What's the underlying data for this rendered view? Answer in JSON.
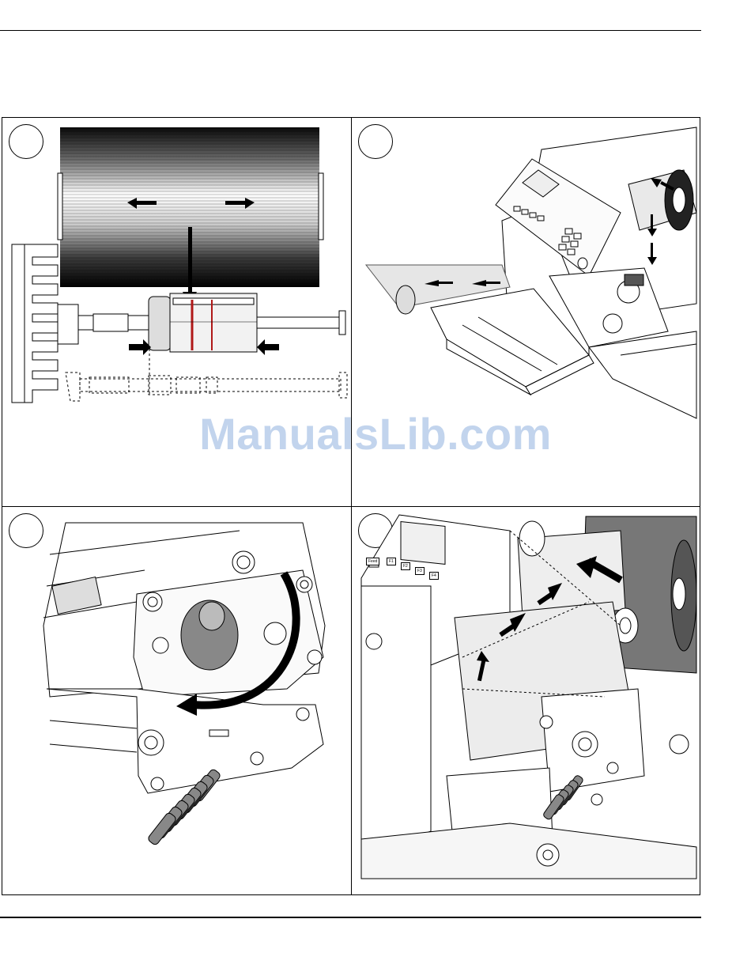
{
  "watermark": {
    "text": "ManualsLib.com"
  },
  "panel4_display": {
    "button_labels": [
      "Feed",
      "F1",
      "F2",
      "F3",
      "F4"
    ]
  },
  "colors": {
    "ink": "#000000",
    "watermark": "#7aa0d7",
    "core_stripe": "#b01818",
    "ribbon_gray": "#7a7a7a"
  }
}
